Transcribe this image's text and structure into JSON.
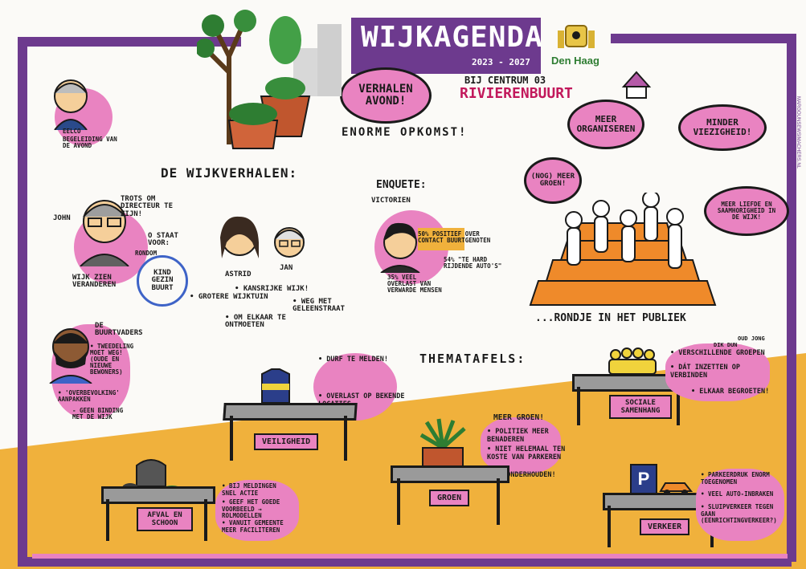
{
  "header": {
    "title": "WIJKAGENDA",
    "years": "2023 - 2027",
    "area": "BIJ CENTRUM 03",
    "neighbourhood": "RIVIERENBUURT",
    "city": "Den Haag"
  },
  "event": {
    "bubble": "VERHALEN AVOND!",
    "turnout": "ENORME OPKOMST!"
  },
  "vertical_credit": "MARGOUNSEWSIMACHERS.NL",
  "eelco": {
    "name": "EELCO",
    "role": "BEGELEIDING VAN DE AVOND"
  },
  "wijkverhalen": {
    "heading": "DE WIJKVERHALEN:",
    "john_name": "JOHN",
    "john_quote": "TROTS OM DIRECTEUR TE ZIJN!",
    "o_staat": "O STAAT VOOR:",
    "rondom": "RONDOM",
    "kind_gezin_buurt": "KIND GEZIN BUURT",
    "wijk_zien": "WIJK ZIEN VERANDEREN",
    "astrid": "ASTRID",
    "jan": "JAN",
    "kansrijke": "• KANSRIJKE WIJK!",
    "grotere": "• GROTERE WIJKTUIN",
    "weg_met": "• WEG MET GELEENSTRAAT",
    "om_elkaar": "• OM ELKAAR TE ONTMOETEN",
    "buurtvaders": "DE BUURTVADERS",
    "tweedeling": "• TWEEDELING MOET WEG! (OUDE EN NIEUWE BEWONERS)",
    "overbevolking": "• 'OVERBEVOLKING' AANPAKKEN",
    "geen_binding": "- GEEN BINDING MET DE WIJK"
  },
  "enquete": {
    "heading": "ENQUETE:",
    "name": "VICTORIEN",
    "stat1": "50% POSITIEF OVER CONTACT BUURTGENOTEN",
    "stat2": "54% \"TE HARD RIJDENDE AUTO'S\"",
    "stat3": "35% VEEL OVERLAST VAN VERWARDE MENSEN"
  },
  "publiek": {
    "meer_organiseren": "MEER ORGANISEREN",
    "minder_viezigheid": "MINDER VIEZIGHEID!",
    "nog_meer_groen": "(NOG) MEER GROEN!",
    "meer_liefde": "MEER LIEFDE EN SAAMHORIGHEID IN DE WIJK!",
    "rondje": "...RONDJE IN HET PUBLIEK"
  },
  "thematafels": {
    "heading": "THEMATAFELS:",
    "veiligheid": {
      "label": "VEILIGHEID",
      "notes": [
        "• DURF TE MELDEN!",
        "• OVERLAST OP BEKENDE LOCATIES"
      ]
    },
    "sociale": {
      "label": "SOCIALE SAMENHANG",
      "notes": [
        "OUD JONG",
        "DIK DUN",
        "• VERSCHILLENDE GROEPEN",
        "• DÁT INZETTEN OP VERBINDEN",
        "• ELKAAR BEGROETEN!"
      ]
    },
    "groen": {
      "label": "GROEN",
      "notes": [
        "MEER GROEN!",
        "• POLITIEK MEER BENADEREN",
        "• NIET HELEMAAL TEN KOSTE VAN PARKEREN",
        "• ONDERHOUDEN!"
      ]
    },
    "afval": {
      "label": "AFVAL EN SCHOON",
      "notes": [
        "• BIJ MELDINGEN SNEL ACTIE",
        "• GEEF HET GOEDE VOORBEELD → ROLMODELLEN",
        "• VANUIT GEMEENTE MEER FACILITEREN"
      ]
    },
    "verkeer": {
      "label": "VERKEER",
      "sign": "P",
      "notes": [
        "• PARKEERDRUK ENORM TOEGENOMEN",
        "• VEEL AUTO-INBRAKEN",
        "• SLUIPVERKEER TEGEN GAAN (EENRICHTINGVERKEER?)"
      ]
    }
  },
  "colors": {
    "purple": "#6d3a8e",
    "pink": "#e983c1",
    "orange": "#f0b13c",
    "stairs": "#ef8a2a",
    "ink": "#1a1a1a"
  }
}
